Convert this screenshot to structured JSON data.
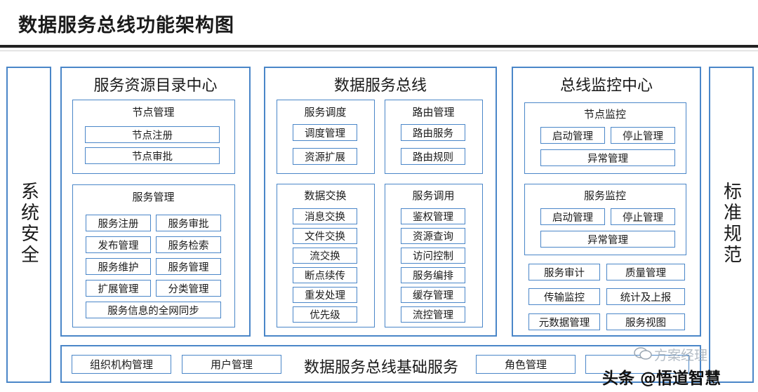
{
  "title": "数据服务总线功能架构图",
  "left_side": "系统安全",
  "right_side": "标准规范",
  "catalog": {
    "title": "服务资源目录中心",
    "node_mgmt": {
      "title": "节点管理",
      "items": [
        "节点注册",
        "节点审批"
      ]
    },
    "service_mgmt": {
      "title": "服务管理",
      "items": [
        "服务注册",
        "服务审批",
        "发布管理",
        "服务检索",
        "服务维护",
        "服务管理",
        "扩展管理",
        "分类管理"
      ],
      "wide_item": "服务信息的全网同步"
    }
  },
  "bus": {
    "title": "数据服务总线",
    "scheduling": {
      "title": "服务调度",
      "items": [
        "调度管理",
        "资源扩展"
      ]
    },
    "routing": {
      "title": "路由管理",
      "items": [
        "路由服务",
        "路由规则"
      ]
    },
    "exchange": {
      "title": "数据交换",
      "items": [
        "消息交换",
        "文件交换",
        "流交换",
        "断点续传",
        "重发处理",
        "优先级"
      ]
    },
    "invocation": {
      "title": "服务调用",
      "items": [
        "鉴权管理",
        "资源查询",
        "访问控制",
        "服务编排",
        "缓存管理",
        "流控管理"
      ]
    }
  },
  "monitor": {
    "title": "总线监控中心",
    "node_monitor": {
      "title": "节点监控",
      "items": [
        "启动管理",
        "停止管理"
      ],
      "wide_item": "异常管理"
    },
    "service_monitor": {
      "title": "服务监控",
      "items": [
        "启动管理",
        "停止管理"
      ],
      "wide_item": "异常管理"
    },
    "items": [
      "服务审计",
      "质量管理",
      "传输监控",
      "统计及上报",
      "元数据管理",
      "服务视图"
    ]
  },
  "base": {
    "title": "数据服务总线基础服务",
    "items": [
      "组织机构管理",
      "用户管理",
      "角色管理"
    ]
  },
  "watermark": {
    "top": "方案经理",
    "bottom": "头条 @悟道智慧"
  }
}
